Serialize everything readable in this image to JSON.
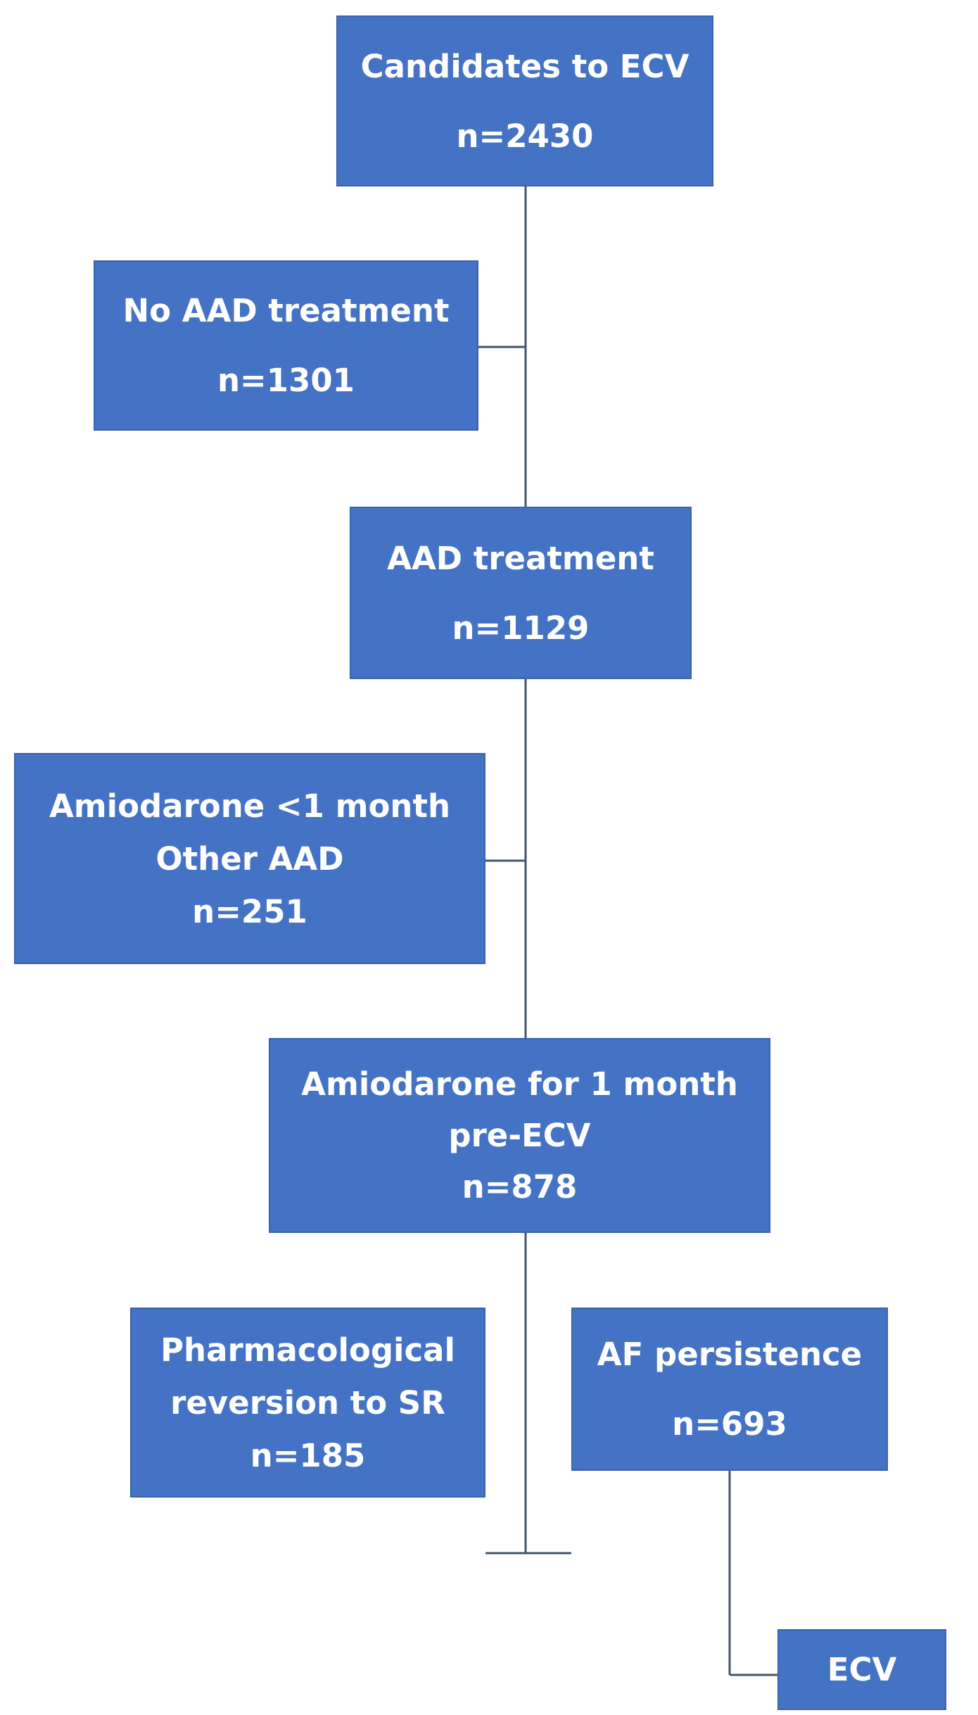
{
  "flowchart": {
    "nodes": {
      "candidates": {
        "lines": [
          "Candidates to ECV",
          "n=2430"
        ]
      },
      "no_aad": {
        "lines": [
          "No AAD treatment",
          "n=1301"
        ]
      },
      "aad": {
        "lines": [
          "AAD treatment",
          "n=1129"
        ]
      },
      "amio_short": {
        "lines": [
          "Amiodarone <1 month",
          "Other AAD",
          "n=251"
        ]
      },
      "amio_month": {
        "lines": [
          "Amiodarone for 1 month",
          "pre-ECV",
          "n=878"
        ]
      },
      "pharm_reversion": {
        "lines": [
          "Pharmacological",
          "reversion to SR",
          "n=185"
        ]
      },
      "af_persistence": {
        "lines": [
          "AF persistence",
          "n=693"
        ]
      },
      "ecv": {
        "lines": [
          "ECV"
        ]
      }
    },
    "colors": {
      "box_fill": "#4472c4",
      "box_text": "#ffffff",
      "connector": "#44546a"
    }
  }
}
